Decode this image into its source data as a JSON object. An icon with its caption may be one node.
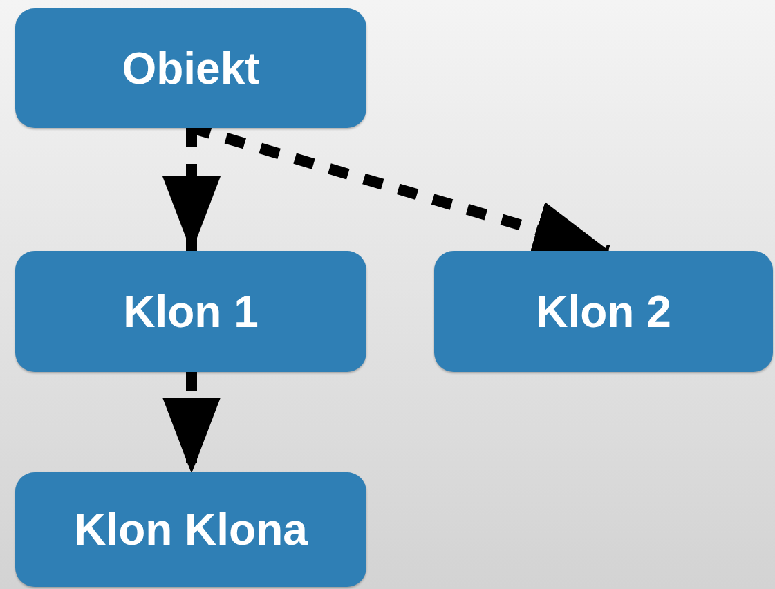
{
  "diagram": {
    "nodes": [
      {
        "text": [
          "Obiekt"
        ]
      },
      {
        "text": [
          "Klon 1"
        ]
      },
      {
        "text": [
          "Klon 2"
        ]
      },
      {
        "text": [
          "Klon Klona"
        ]
      }
    ],
    "edges": [
      {
        "from": 0,
        "to": 1,
        "arrow": "to",
        "style": "dashed"
      },
      {
        "from": 0,
        "to": 2,
        "arrow": "to",
        "style": "dashed"
      },
      {
        "from": 1,
        "to": 3,
        "arrow": "to",
        "style": "dashed"
      }
    ]
  }
}
